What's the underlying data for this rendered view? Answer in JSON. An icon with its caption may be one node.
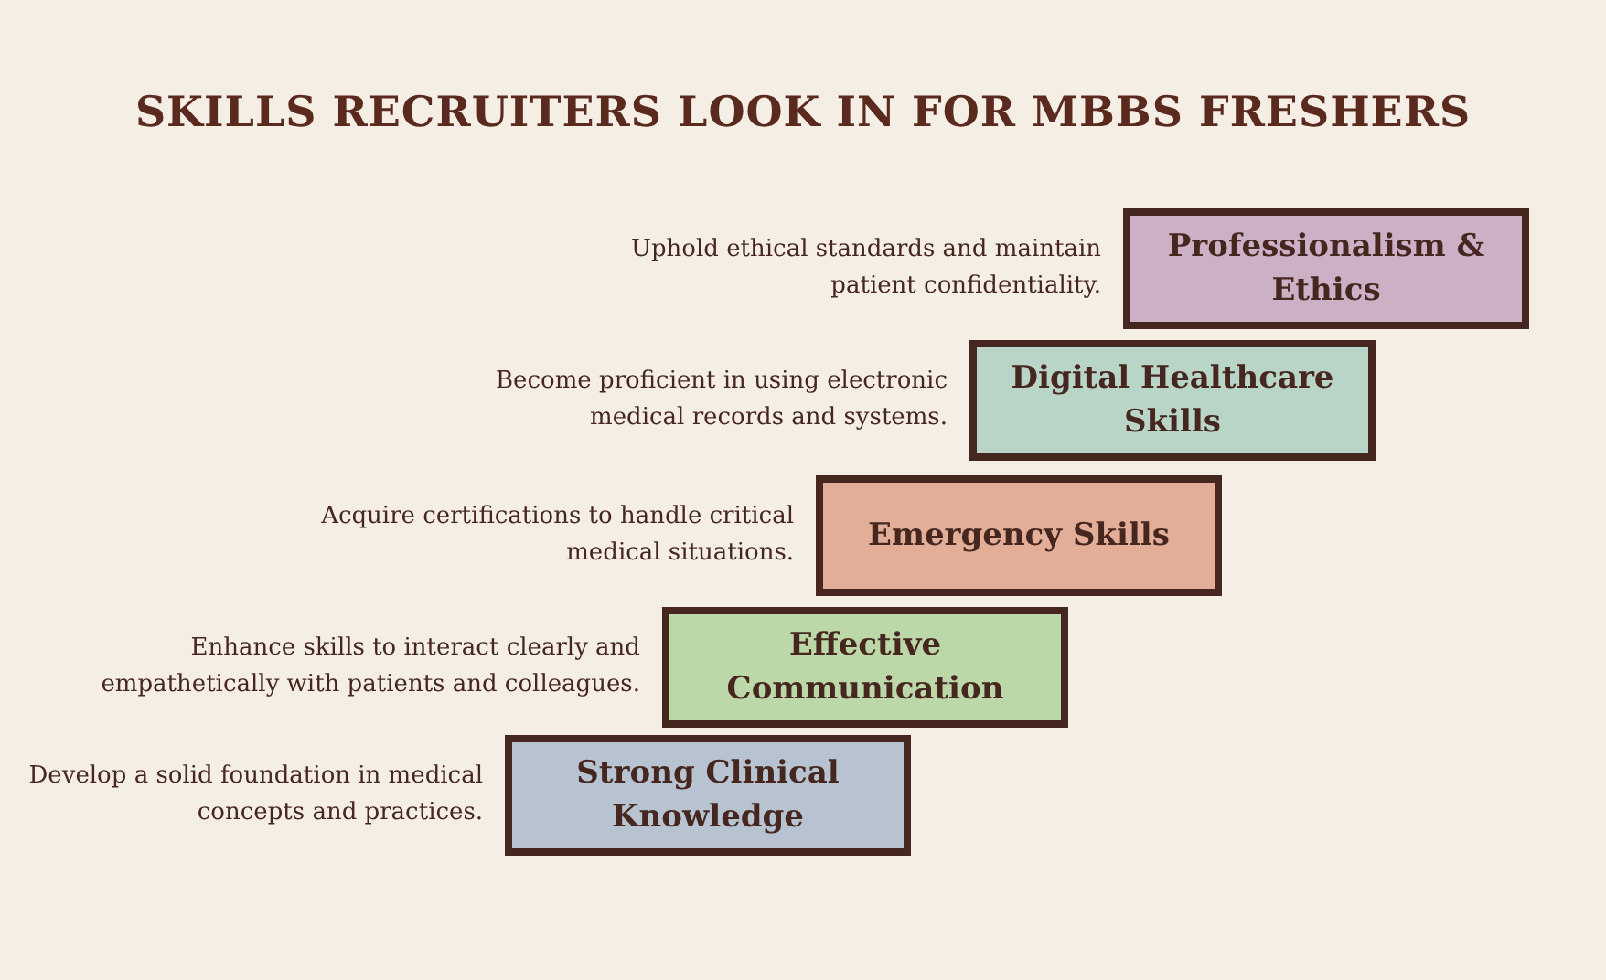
{
  "diagram": {
    "title": "SKILLS RECRUITERS LOOK IN FOR MBBS FRESHERS",
    "nodes": [
      {
        "text": [
          "Professionalism & Ethics"
        ],
        "beside": [
          "Uphold ethical standards and maintain patient confidentiality."
        ]
      },
      {
        "text": [
          "Digital Healthcare Skills"
        ],
        "beside": [
          "Become proficient in using electronic medical records and systems."
        ]
      },
      {
        "text": [
          "Emergency Skills"
        ],
        "beside": [
          "Acquire certifications to handle critical medical situations."
        ]
      },
      {
        "text": [
          "Effective Communication"
        ],
        "beside": [
          "Enhance skills to interact clearly and empathetically with patients and colleagues."
        ]
      },
      {
        "text": [
          "Strong Clinical Knowledge"
        ],
        "beside": [
          "Develop a solid foundation in medical concepts and practices."
        ]
      }
    ]
  }
}
